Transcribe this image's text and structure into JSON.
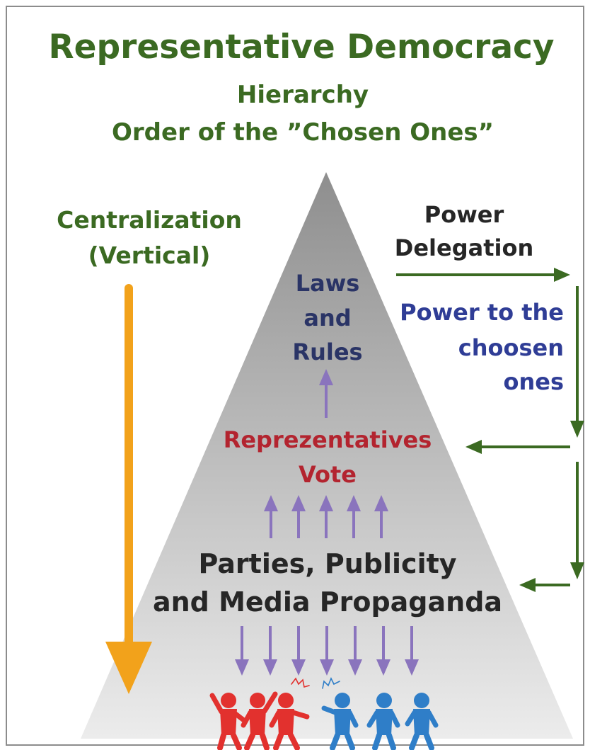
{
  "header": {
    "title": "Representative Democracy",
    "subtitle_line1": "Hierarchy",
    "subtitle_line2": "Order of the ”Chosen Ones”"
  },
  "left_label": {
    "line1": "Centralization",
    "line2": "(Vertical)"
  },
  "right_label": {
    "power_delegation_line1": "Power",
    "power_delegation_line2": "Delegation",
    "power_to_line1": "Power to the",
    "power_to_line2": "choosen",
    "power_to_line3": "ones"
  },
  "pyramid": {
    "top_line1": "Laws",
    "top_line2": "and",
    "top_line3": "Rules",
    "middle_line1": "Reprezentatives",
    "middle_line2": "Vote",
    "bottom_line1": "Parties, Publicity",
    "bottom_line2": "and Media Propaganda"
  },
  "colors": {
    "title_green": "#3b6a22",
    "arrow_green": "#3b6a22",
    "centralization_arrow": "#f2a21b",
    "purple_arrow": "#8a74bd",
    "red_people": "#e2312e",
    "blue_people": "#2f7ec8",
    "pyramid_top": "#8e8e8e",
    "pyramid_bottom": "#e9e9e9"
  },
  "icons": [
    "up-arrow-icon",
    "down-arrow-icon",
    "people-red-icon",
    "people-blue-icon"
  ]
}
